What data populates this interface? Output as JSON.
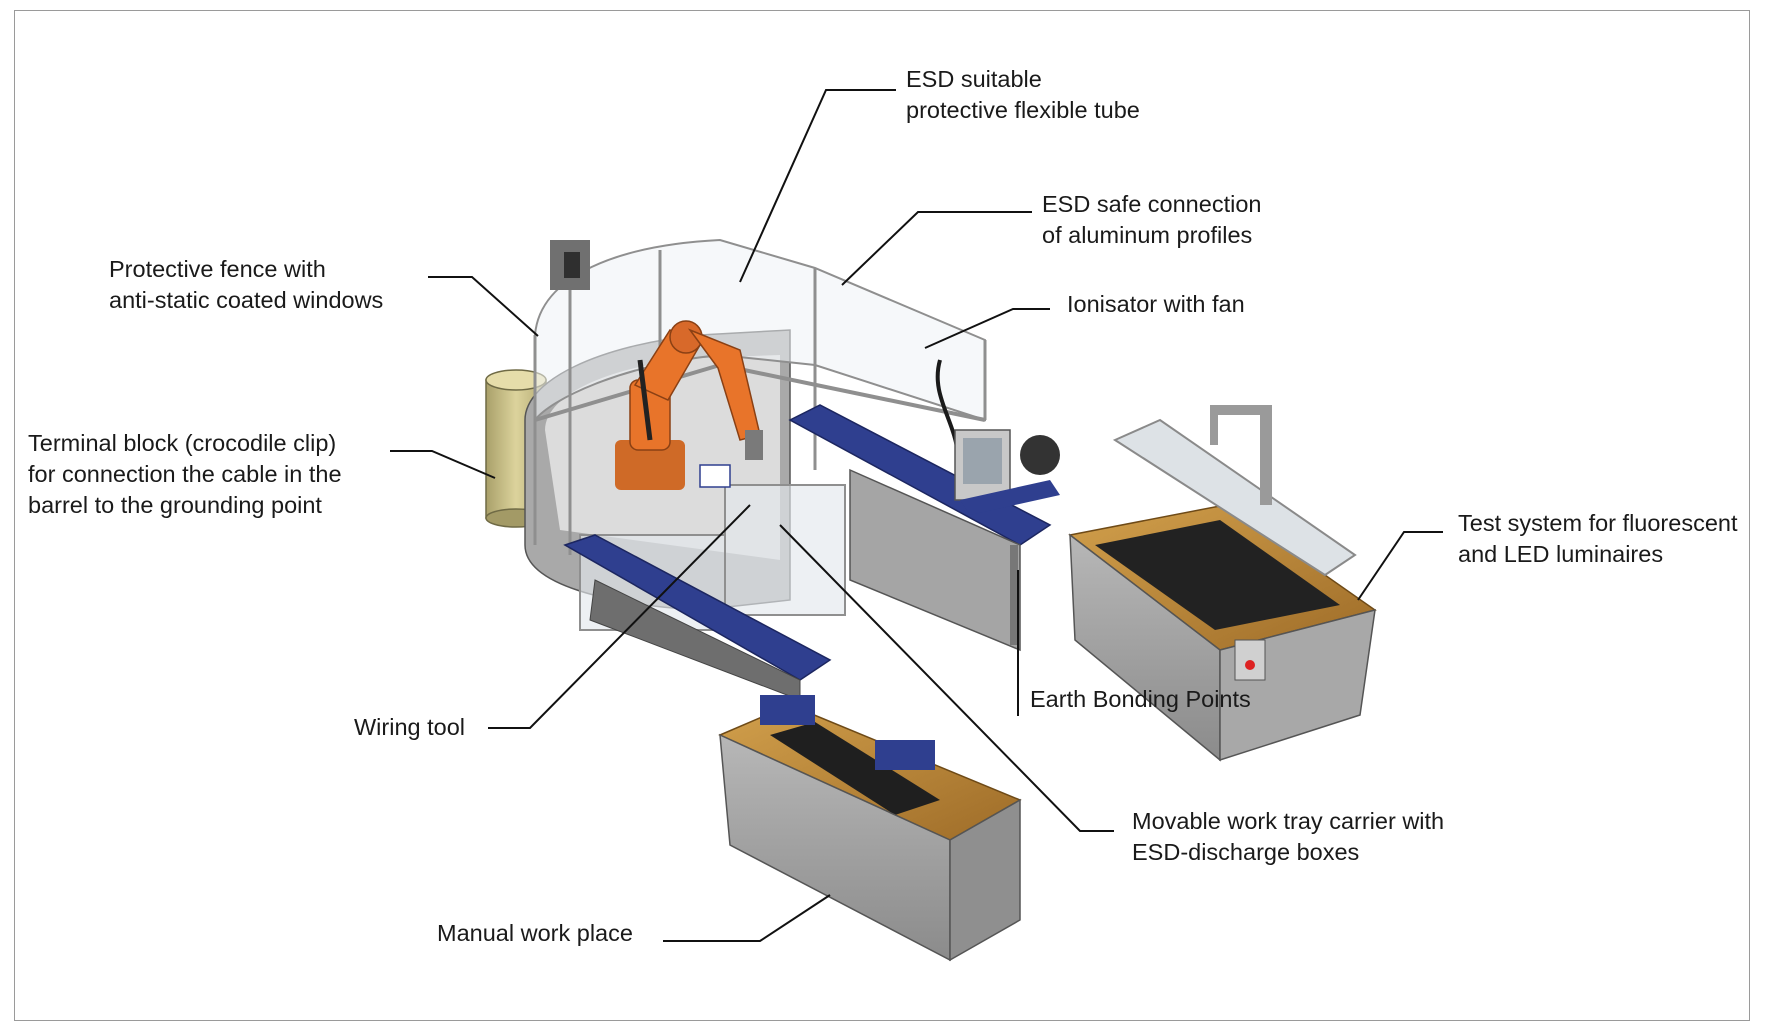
{
  "labels": {
    "esd_tube": [
      "ESD suitable",
      "protective flexible tube"
    ],
    "esd_connection": [
      "ESD safe connection",
      "of aluminum profiles"
    ],
    "protective_fence": [
      "Protective fence with",
      "anti-static coated windows"
    ],
    "ionisator": [
      "Ionisator with fan"
    ],
    "terminal_block": [
      "Terminal block (crocodile clip)",
      "for connection the cable in the",
      "barrel to the grounding point"
    ],
    "test_system": [
      "Test system for fluorescent",
      "and LED luminaires"
    ],
    "earth_bonding": [
      "Earth Bonding Points"
    ],
    "wiring_tool": [
      "Wiring tool"
    ],
    "work_tray": [
      "Movable work tray carrier with",
      "ESD-discharge boxes"
    ],
    "manual_work": [
      "Manual work place"
    ]
  },
  "colors": {
    "robot_orange": "#e8742a",
    "conveyor_blue": "#2f3f8f",
    "cabinet_grey": "#9c9c9c",
    "wood_top": "#b8863a",
    "barrel": "#c9c08a",
    "leader_line": "#111111"
  }
}
